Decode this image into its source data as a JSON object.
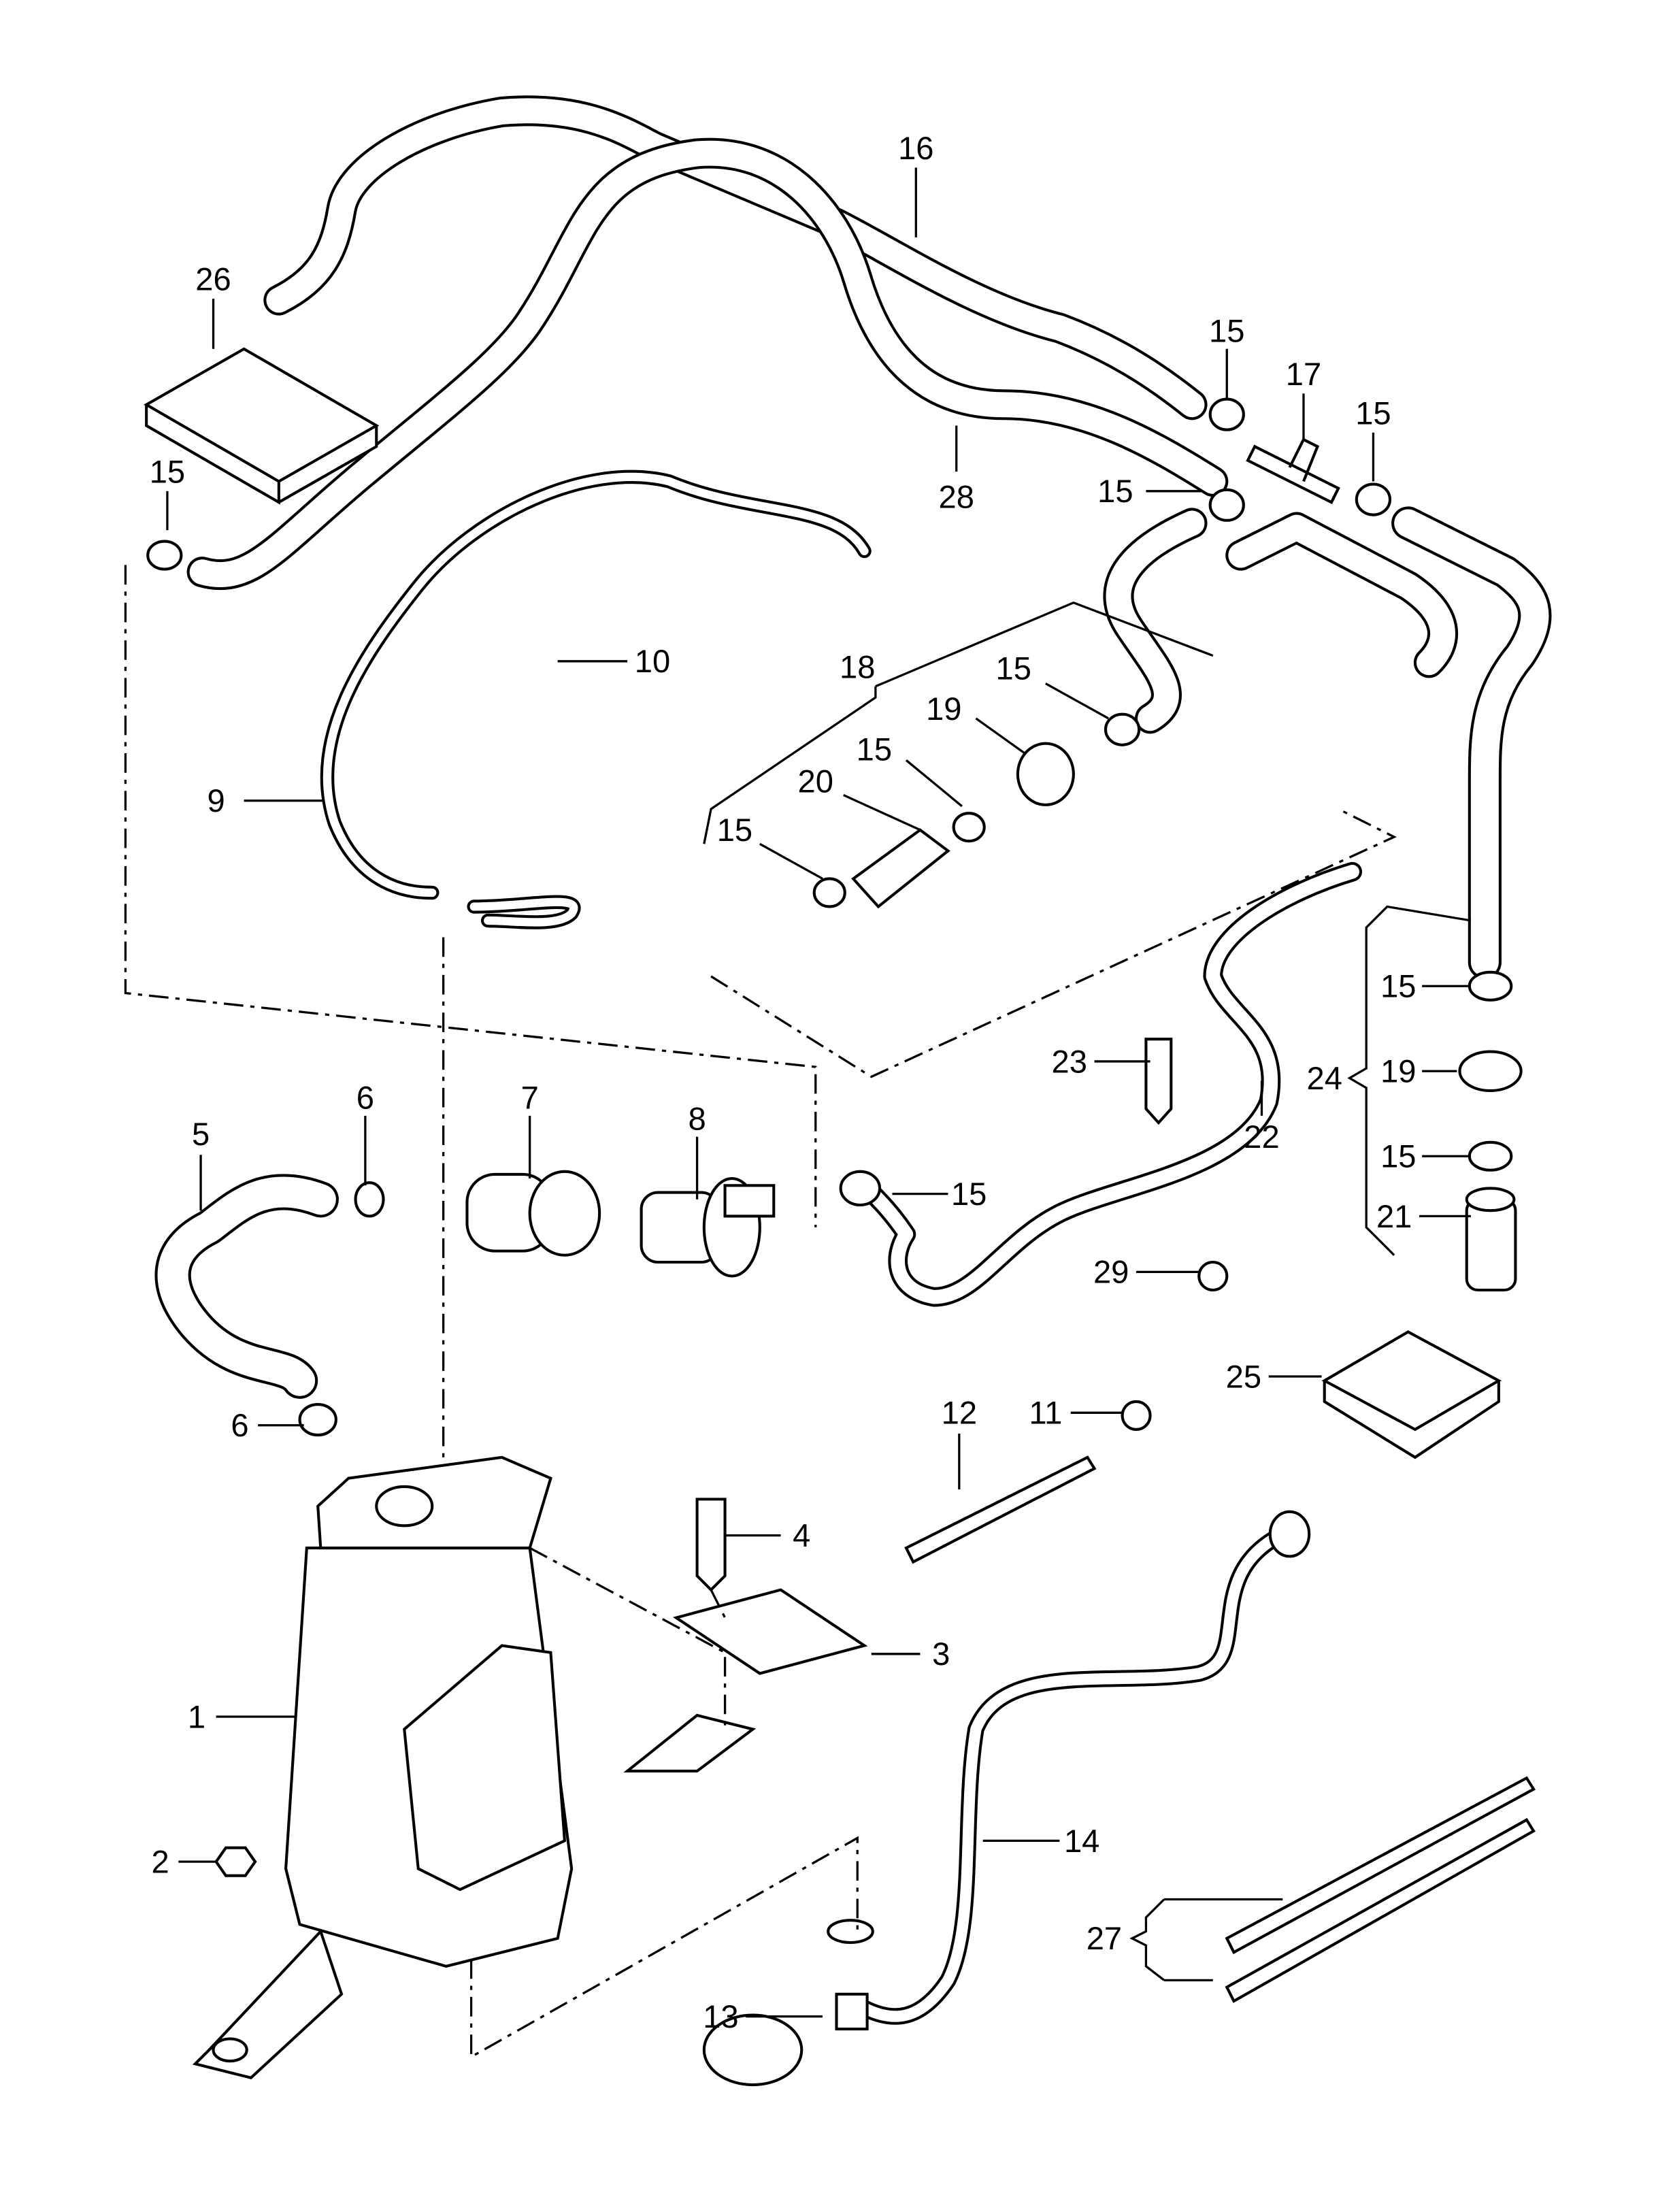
{
  "diagram": {
    "line_color": "#000000",
    "background": "#ffffff",
    "callouts": [
      "16",
      "26",
      "15",
      "15",
      "17",
      "15",
      "28",
      "15",
      "10",
      "18",
      "15",
      "19",
      "15",
      "20",
      "9",
      "15",
      "23",
      "24",
      "15",
      "19",
      "15",
      "21",
      "22",
      "6",
      "7",
      "8",
      "5",
      "15",
      "29",
      "25",
      "12",
      "11",
      "6",
      "4",
      "3",
      "1",
      "14",
      "2",
      "27",
      "13"
    ]
  }
}
